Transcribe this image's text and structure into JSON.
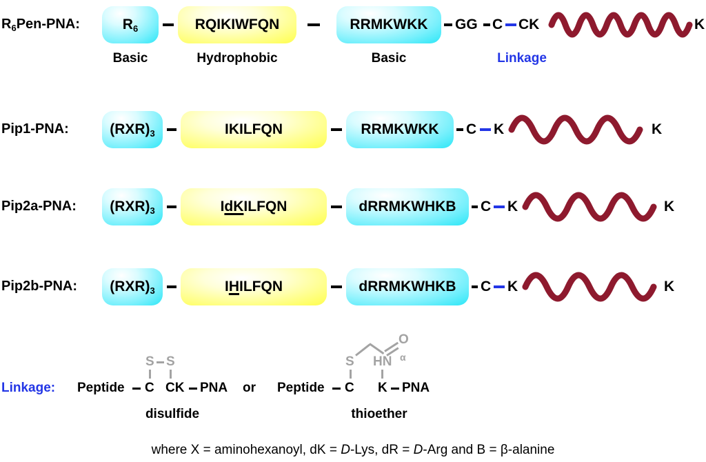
{
  "rows": [
    {
      "label_pre": "R",
      "label_sub": "6",
      "label_post": "Pen-PNA:",
      "box1_main": "R",
      "box1_sub": "6",
      "box2_pre": "RQIKIWFQN",
      "box2_u": "",
      "box2_post": "",
      "box3": "RRMKWKK",
      "gg": "GG",
      "c": "C",
      "k": "CK",
      "tail": "K",
      "cap1": "Basic",
      "cap2": "Hydrophobic",
      "cap3": "Basic",
      "cap_link": "Linkage"
    },
    {
      "label_pre": "Pip1-PNA:",
      "label_sub": "",
      "label_post": "",
      "box1_main": "(RXR)",
      "box1_sub": "3",
      "box2_pre": "IKILFQN",
      "box2_u": "",
      "box2_post": "",
      "box3": "RRMKWKK",
      "c": "C",
      "k": "K",
      "tail": "K"
    },
    {
      "label_pre": "Pip2a-PNA:",
      "label_sub": "",
      "label_post": "",
      "box1_main": "(RXR)",
      "box1_sub": "3",
      "box2_pre": "I",
      "box2_u": "dK",
      "box2_post": "ILFQN",
      "box3": "dRRMKWHKB",
      "c": "C",
      "k": "K",
      "tail": "K"
    },
    {
      "label_pre": "Pip2b-PNA:",
      "label_sub": "",
      "label_post": "",
      "box1_main": "(RXR)",
      "box1_sub": "3",
      "box2_pre": "I",
      "box2_u": "H",
      "box2_post": "ILFQN",
      "box3": "dRRMKWHKB",
      "c": "C",
      "k": "K",
      "tail": "K"
    }
  ],
  "linkage": {
    "title": "Linkage:",
    "or": "or",
    "disulfide": {
      "peptide": "Peptide",
      "c": "C",
      "ck": "CK",
      "pna": "PNA",
      "s_left": "S",
      "s_right": "S",
      "caption": "disulfide"
    },
    "thioether": {
      "peptide": "Peptide",
      "c": "C",
      "k": "K",
      "pna": "PNA",
      "s": "S",
      "hn": "HN",
      "alpha": "α",
      "o": "O",
      "caption": "thioether"
    }
  },
  "footnote": {
    "part1": "where X = aminohexanoyl, dK = ",
    "d1": "D",
    "part2": "-Lys, dR = ",
    "d2": "D",
    "part3": "-Arg and B = ",
    "beta": "β",
    "part4": "-alanine"
  },
  "colors": {
    "domain_basic": "#00d8ef",
    "domain_hydrophobic": "#f8f000",
    "pna_backbone": "#8e1a2e",
    "linkage_blue": "#2336e6",
    "chem_gray": "#a3a3a3"
  }
}
